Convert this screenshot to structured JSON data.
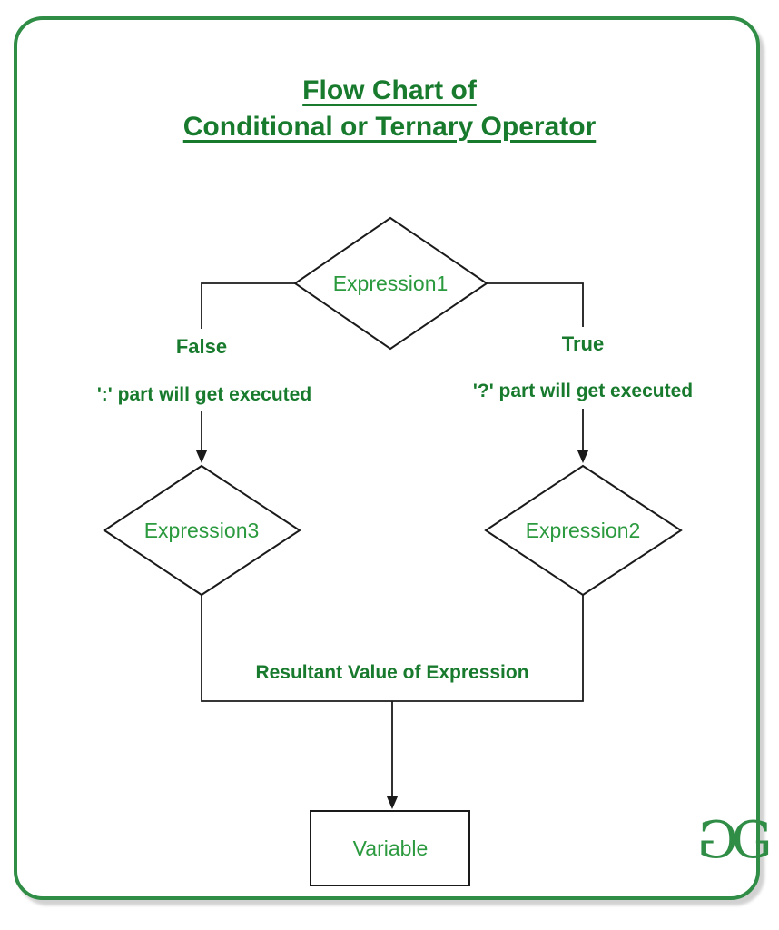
{
  "title": {
    "line1": "Flow Chart of",
    "line2": "Conditional or Ternary Operator",
    "color": "#177a2d"
  },
  "diagram": {
    "nodes": [
      {
        "id": "expression1",
        "type": "decision",
        "label": "Expression1"
      },
      {
        "id": "expression3",
        "type": "decision",
        "label": "Expression3"
      },
      {
        "id": "expression2",
        "type": "decision",
        "label": "Expression2"
      },
      {
        "id": "variable",
        "type": "process",
        "label": "Variable"
      }
    ],
    "branches": {
      "false_branch": {
        "label": "False",
        "note": "':' part will get executed"
      },
      "true_branch": {
        "label": "True",
        "note": "'?' part will get executed"
      }
    },
    "result_label": "Resultant Value of Expression",
    "edges": [
      {
        "from": "expression1",
        "to": "expression3",
        "condition": "False"
      },
      {
        "from": "expression1",
        "to": "expression2",
        "condition": "True"
      },
      {
        "from": "expression3",
        "to": "variable",
        "via": "Resultant Value of Expression"
      },
      {
        "from": "expression2",
        "to": "variable",
        "via": "Resultant Value of Expression"
      }
    ]
  },
  "logo": {
    "left_glyph": "G",
    "right_glyph": "G",
    "color": "#2f8d46"
  },
  "colors": {
    "frame_border": "#2f8d46",
    "line": "#1a1a1a",
    "node_text": "#2b9a3e",
    "label_text": "#177a2d",
    "background": "#ffffff"
  }
}
